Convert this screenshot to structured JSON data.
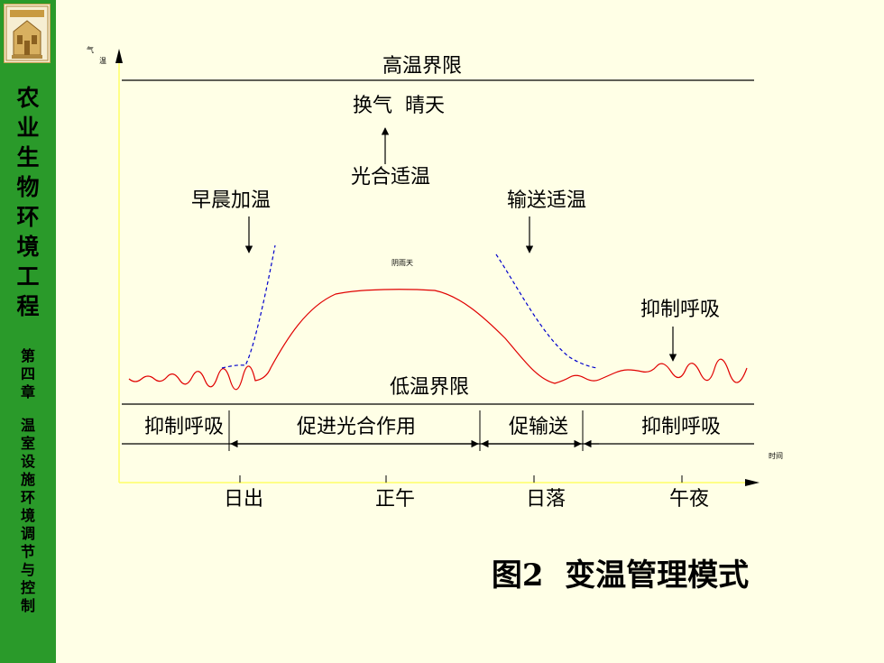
{
  "sidebar": {
    "course_title": "农业生物环境工程",
    "chapter": "第四章",
    "section_title": "温室设施环境调节与控制"
  },
  "axes": {
    "y_label": "气温",
    "x_label": "时间"
  },
  "labels": {
    "high_limit": "高温界限",
    "low_limit": "低温界限",
    "ventilate_sunny": "换气  晴天",
    "photosynthesis_temp": "光合适温",
    "morning_heating": "早晨加温",
    "transport_temp": "输送适温",
    "cloudy_rainy": "阴雨天",
    "suppress_resp_right": "抑制呼吸"
  },
  "phases": [
    "抑制呼吸",
    "促进光合作用",
    "促输送",
    "抑制呼吸"
  ],
  "time_ticks": [
    "日出",
    "正午",
    "日落",
    "午夜"
  ],
  "figure_caption": "图2  变温管理模式",
  "colors": {
    "sidebar": "#2a9a2a",
    "background": "#ffffe6",
    "sunny_curve": "#e00000",
    "cloudy_curve": "#0000cc",
    "axis": "#000000"
  }
}
